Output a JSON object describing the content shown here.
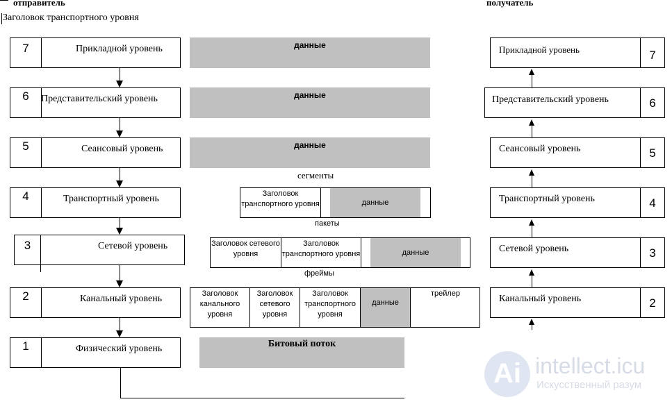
{
  "headers": {
    "sender": "отправитель",
    "receiver": "получатель",
    "subtitle": "Заголовок транспортного уровня"
  },
  "sender_layers": [
    {
      "num": "7",
      "label": "Прикладной уровень"
    },
    {
      "num": "6",
      "label": "Представительский уровень"
    },
    {
      "num": "5",
      "label": "Сеансовый уровень"
    },
    {
      "num": "4",
      "label": "Транспортный уровень"
    },
    {
      "num": "3",
      "label": "Сетевой уровень"
    },
    {
      "num": "2",
      "label": "Канальный уровень"
    },
    {
      "num": "1",
      "label": "Физический уровень"
    }
  ],
  "receiver_layers": [
    {
      "num": "7",
      "label": "Прикладной уровень"
    },
    {
      "num": "6",
      "label": "Представительский уровень"
    },
    {
      "num": "5",
      "label": "Сеансовый уровень"
    },
    {
      "num": "4",
      "label": "Транспортный уровень"
    },
    {
      "num": "3",
      "label": "Сетевой уровень"
    },
    {
      "num": "2",
      "label": "Канальный уровень"
    }
  ],
  "data_blocks": {
    "l7": "данные",
    "l6": "данные",
    "l5": "данные",
    "bitstream": "Битовый поток"
  },
  "captions": {
    "segments": "сегменты",
    "packets": "пакеты",
    "frames": "фреймы"
  },
  "segment": {
    "transport_header": "Заголовок транспортного уровня",
    "data": "данные"
  },
  "packet": {
    "network_header": "Заголовок сетевого уровня",
    "transport_header": "Заголовок транспортного уровня",
    "data": "данные"
  },
  "frame": {
    "link_header": "Заголовок канального уровня",
    "network_header": "Заголовок сетевого уровня",
    "transport_header": "Заголовок транспортного уровня",
    "data": "данные",
    "trailer": "трейлер"
  },
  "watermark": {
    "title": "intellect.icu",
    "subtitle": "Искусственный разум",
    "logo_letter": "Ai"
  },
  "colors": {
    "gray_fill": "#c0c0c0"
  }
}
